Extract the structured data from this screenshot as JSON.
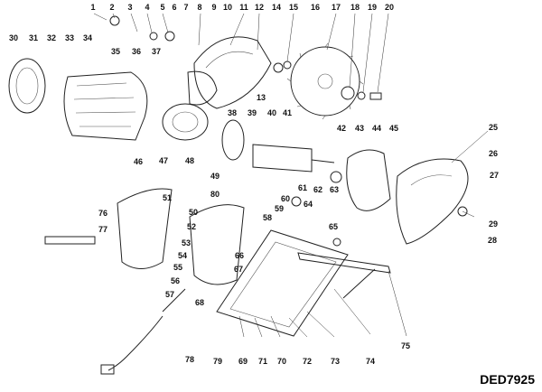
{
  "model_code": "DED7925",
  "callouts": [
    "1",
    "2",
    "3",
    "4",
    "5",
    "6",
    "7",
    "8",
    "9",
    "10",
    "11",
    "12",
    "13",
    "14",
    "15",
    "16",
    "17",
    "18",
    "19",
    "20",
    "25",
    "26",
    "27",
    "28",
    "29",
    "30",
    "31",
    "32",
    "33",
    "34",
    "35",
    "36",
    "37",
    "38",
    "39",
    "40",
    "41",
    "42",
    "43",
    "44",
    "45",
    "46",
    "47",
    "48",
    "49",
    "50",
    "51",
    "52",
    "53",
    "54",
    "55",
    "56",
    "57",
    "58",
    "59",
    "60",
    "61",
    "62",
    "63",
    "64",
    "65",
    "66",
    "67",
    "68",
    "69",
    "70",
    "71",
    "72",
    "73",
    "74",
    "75",
    "76",
    "77",
    "78",
    "79",
    "80"
  ],
  "colors": {
    "ink": "#111111",
    "line": "#222222",
    "background": "#ffffff"
  }
}
